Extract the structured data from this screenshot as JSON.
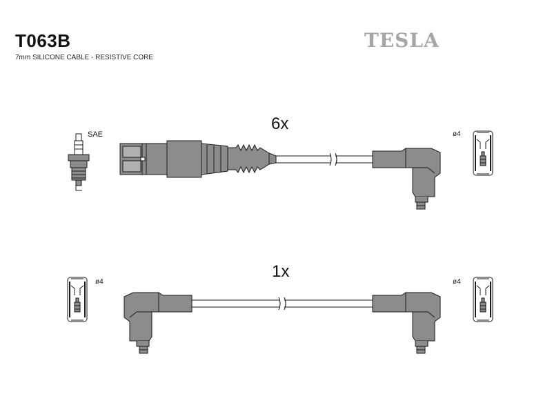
{
  "header": {
    "part_code": "T063B",
    "description": "7mm SILICONE CABLE - RESISTIVE CORE",
    "brand": "TESLA"
  },
  "assemblies": [
    {
      "quantity": "6x",
      "left_end": "spark plug boot (straight)",
      "right_end": "angled boot",
      "terminal_diameter": "ø4"
    },
    {
      "quantity": "1x",
      "left_end": "angled boot",
      "right_end": "angled boot",
      "terminal_diameters": [
        "ø4",
        "ø4"
      ]
    }
  ],
  "labels": {
    "spark_plug": "SAE",
    "dia_top_right": "ø4",
    "dia_bottom_left": "ø4",
    "dia_bottom_right": "ø4"
  },
  "colors": {
    "boot_fill": "#8c8c8c",
    "outline": "#1a1a1a",
    "brand": "#a6a6a6"
  }
}
